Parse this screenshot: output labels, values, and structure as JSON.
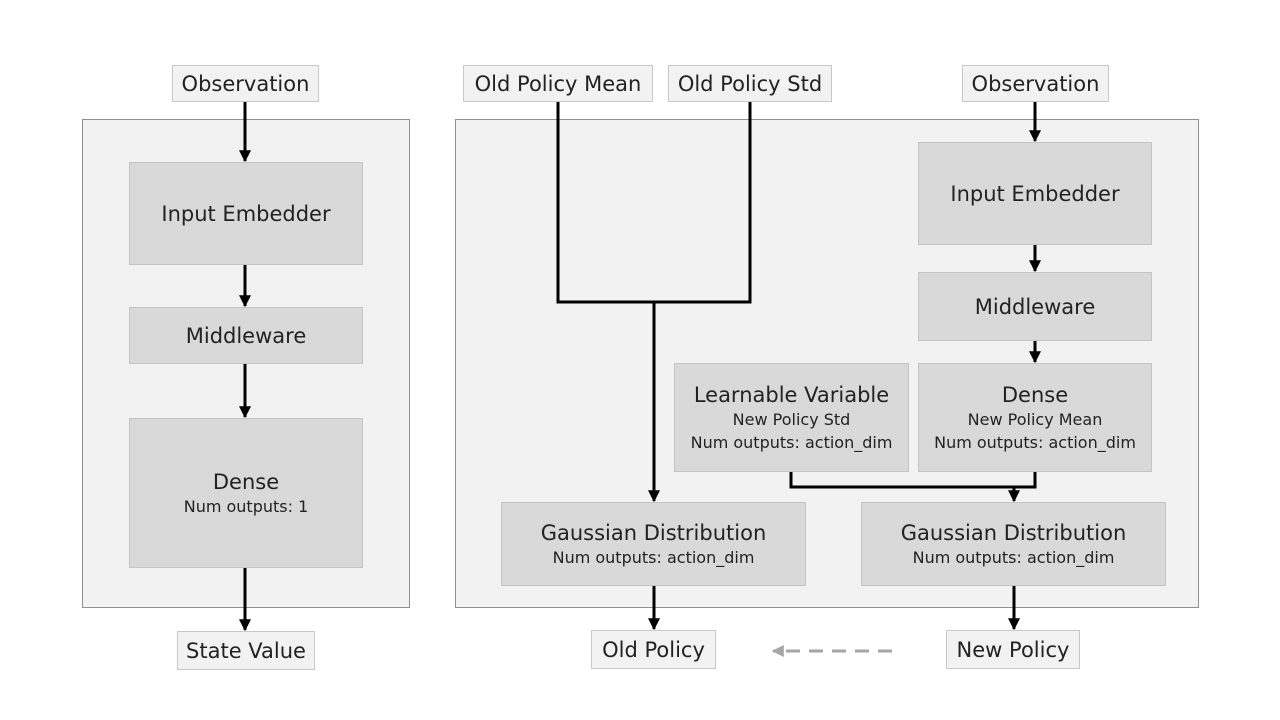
{
  "critic": {
    "input": "Observation",
    "embedder": "Input Embedder",
    "middleware": "Middleware",
    "dense": {
      "title": "Dense",
      "outputs": "Num outputs: 1"
    },
    "output": "State Value"
  },
  "actor": {
    "old_mean": "Old Policy Mean",
    "old_std": "Old Policy Std",
    "input": "Observation",
    "embedder": "Input Embedder",
    "middleware": "Middleware",
    "learnable": {
      "title": "Learnable Variable",
      "sub": "New Policy Std",
      "outputs": "Num outputs: action_dim"
    },
    "dense": {
      "title": "Dense",
      "sub": "New Policy Mean",
      "outputs": "Num outputs: action_dim"
    },
    "gauss_old": {
      "title": "Gaussian Distribution",
      "outputs": "Num outputs: action_dim"
    },
    "gauss_new": {
      "title": "Gaussian Distribution",
      "outputs": "Num outputs: action_dim"
    },
    "old_policy": "Old Policy",
    "new_policy": "New Policy"
  },
  "colors": {
    "panel": "#f2f2f2",
    "box": "#d9d9d9",
    "line": "#000000",
    "dashed": "#a6a6a6"
  }
}
